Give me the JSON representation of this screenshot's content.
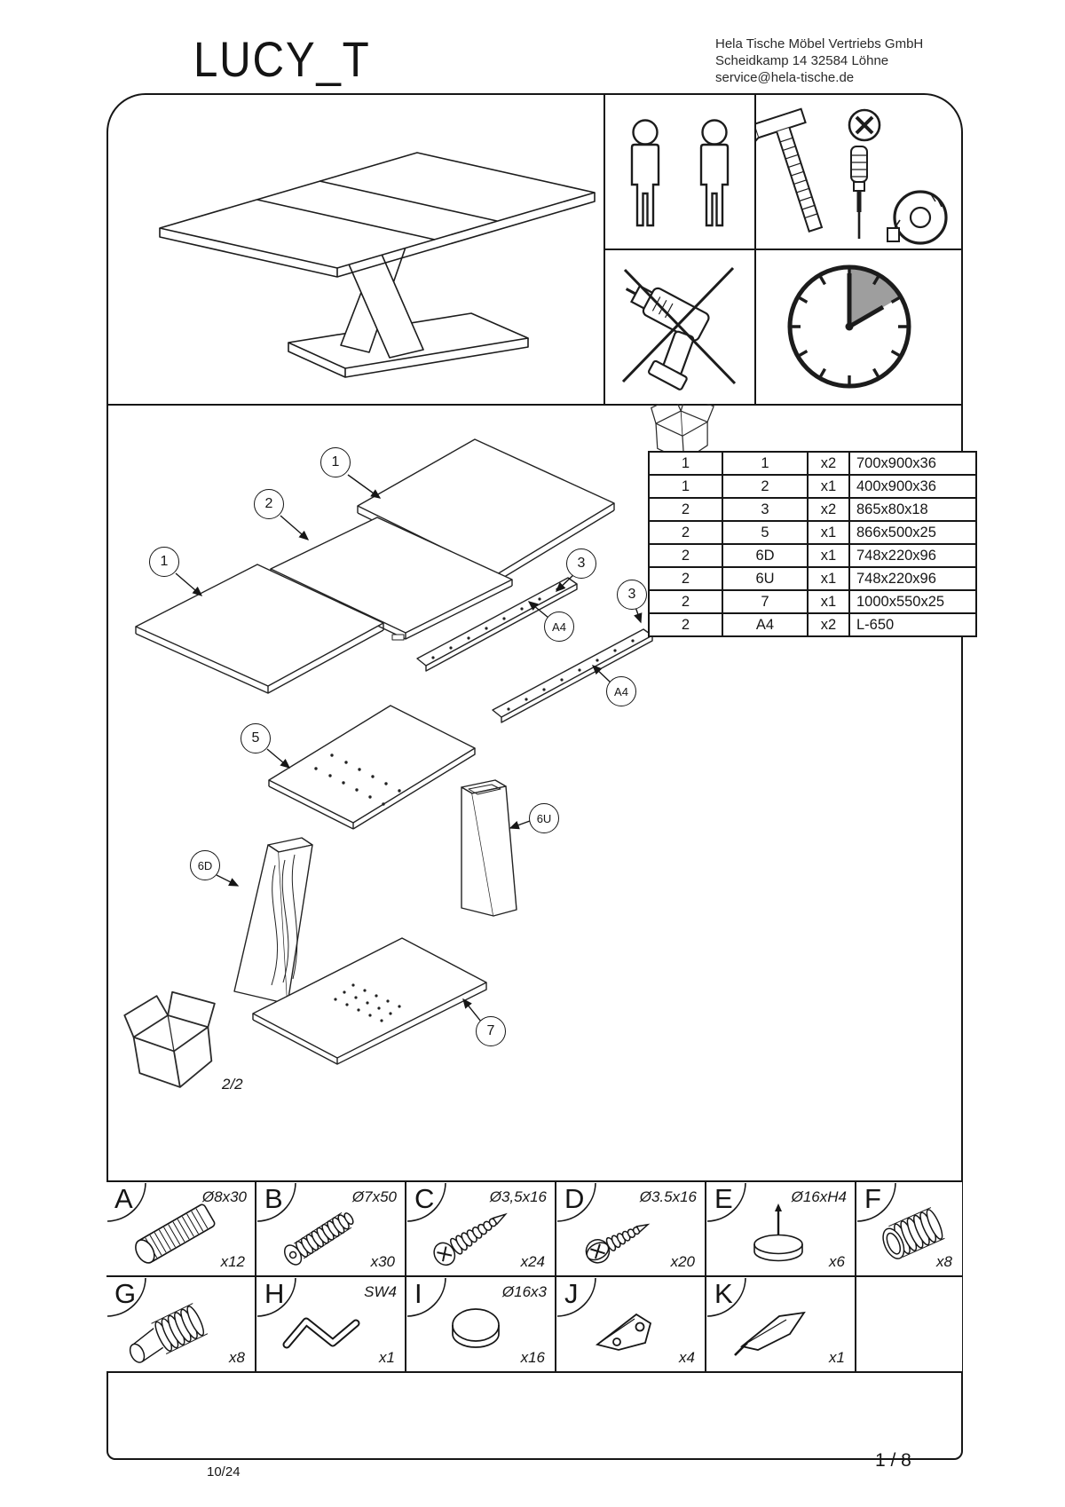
{
  "header": {
    "title": "LUCY_T",
    "company_lines": [
      "Hela Tische Möbel Vertriebs GmbH",
      "Scheidkamp 14 32584 Löhne",
      "service@hela-tische.de"
    ]
  },
  "top_symbols": [
    "two-persons",
    "hammer",
    "phillips-screwdriver",
    "tape-measure",
    "no-power-drill",
    "clock"
  ],
  "parts_table": {
    "rows": [
      [
        "1",
        "1",
        "x2",
        "700x900x36"
      ],
      [
        "1",
        "2",
        "x1",
        "400x900x36"
      ],
      [
        "2",
        "3",
        "x2",
        "865x80x18"
      ],
      [
        "2",
        "5",
        "x1",
        "866x500x25"
      ],
      [
        "2",
        "6D",
        "x1",
        "748x220x96"
      ],
      [
        "2",
        "6U",
        "x1",
        "748x220x96"
      ],
      [
        "2",
        "7",
        "x1",
        "1000x550x25"
      ],
      [
        "2",
        "A4",
        "x2",
        "L-650"
      ]
    ]
  },
  "diagram": {
    "callouts": [
      {
        "label": "1"
      },
      {
        "label": "2"
      },
      {
        "label": "1"
      },
      {
        "label": "3"
      },
      {
        "label": "A4"
      },
      {
        "label": "3"
      },
      {
        "label": "A4"
      },
      {
        "label": "5"
      },
      {
        "label": "6D"
      },
      {
        "label": "6U"
      },
      {
        "label": "7"
      }
    ],
    "box_label": "2/2"
  },
  "hardware": {
    "items": [
      {
        "letter": "A",
        "size": "Ø8x30",
        "qty": "x12",
        "icon": "wood-dowel"
      },
      {
        "letter": "B",
        "size": "Ø7x50",
        "qty": "x30",
        "icon": "confirmat-screw"
      },
      {
        "letter": "C",
        "size": "Ø3,5x16",
        "qty": "x24",
        "icon": "countersunk-screw"
      },
      {
        "letter": "D",
        "size": "Ø3.5x16",
        "qty": "x20",
        "icon": "pan-head-screw"
      },
      {
        "letter": "E",
        "size": "Ø16xH4",
        "qty": "x6",
        "icon": "nail-glide"
      },
      {
        "letter": "F",
        "size": "",
        "qty": "x8",
        "icon": "threaded-sleeve"
      },
      {
        "letter": "G",
        "size": "",
        "qty": "x8",
        "icon": "threaded-bolt"
      },
      {
        "letter": "H",
        "size": "SW4",
        "qty": "x1",
        "icon": "allen-key"
      },
      {
        "letter": "I",
        "size": "Ø16x3",
        "qty": "x16",
        "icon": "cover-cap"
      },
      {
        "letter": "J",
        "size": "",
        "qty": "x4",
        "icon": "corner-bracket"
      },
      {
        "letter": "K",
        "size": "",
        "qty": "x1",
        "icon": "scraper-tool"
      }
    ]
  },
  "footer": {
    "left": "10/24",
    "right": "1 / 8"
  },
  "colors": {
    "line": "#161616",
    "clock_sector": "#9e9e9e"
  }
}
